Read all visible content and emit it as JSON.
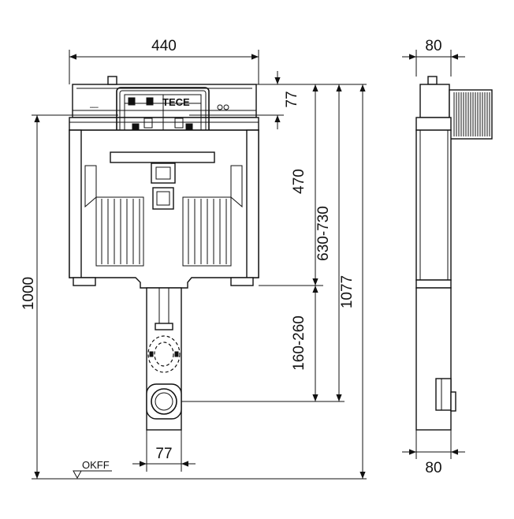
{
  "dimensions": {
    "front_width": "440",
    "side_width_top": "80",
    "side_width_bottom": "80",
    "top_height": "77",
    "mid_height": "470",
    "adjust_range": "630-730",
    "total_height": "1077",
    "overall_height": "1000",
    "drain_range": "160-260",
    "pipe_width": "77"
  },
  "labels": {
    "floor_level": "OKFF",
    "brand": "TECE"
  },
  "colors": {
    "line": "#111111",
    "background": "#ffffff"
  }
}
